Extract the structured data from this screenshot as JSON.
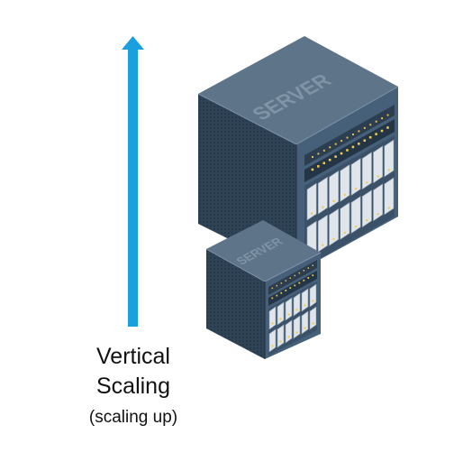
{
  "diagram": {
    "arrow_color": "#1aa0dc",
    "large_server": {
      "label": "SERVER"
    },
    "small_server": {
      "label": "SERVER"
    },
    "caption": {
      "line1": "Vertical",
      "line2": "Scaling",
      "line3": "(scaling up)"
    }
  },
  "colors": {
    "server_top": "#5e7488",
    "server_left": "#34495c",
    "server_right": "#46607a",
    "label_color": "#7f94a6",
    "led": "#f2c94c",
    "drive_face": "#dfe5ea"
  }
}
